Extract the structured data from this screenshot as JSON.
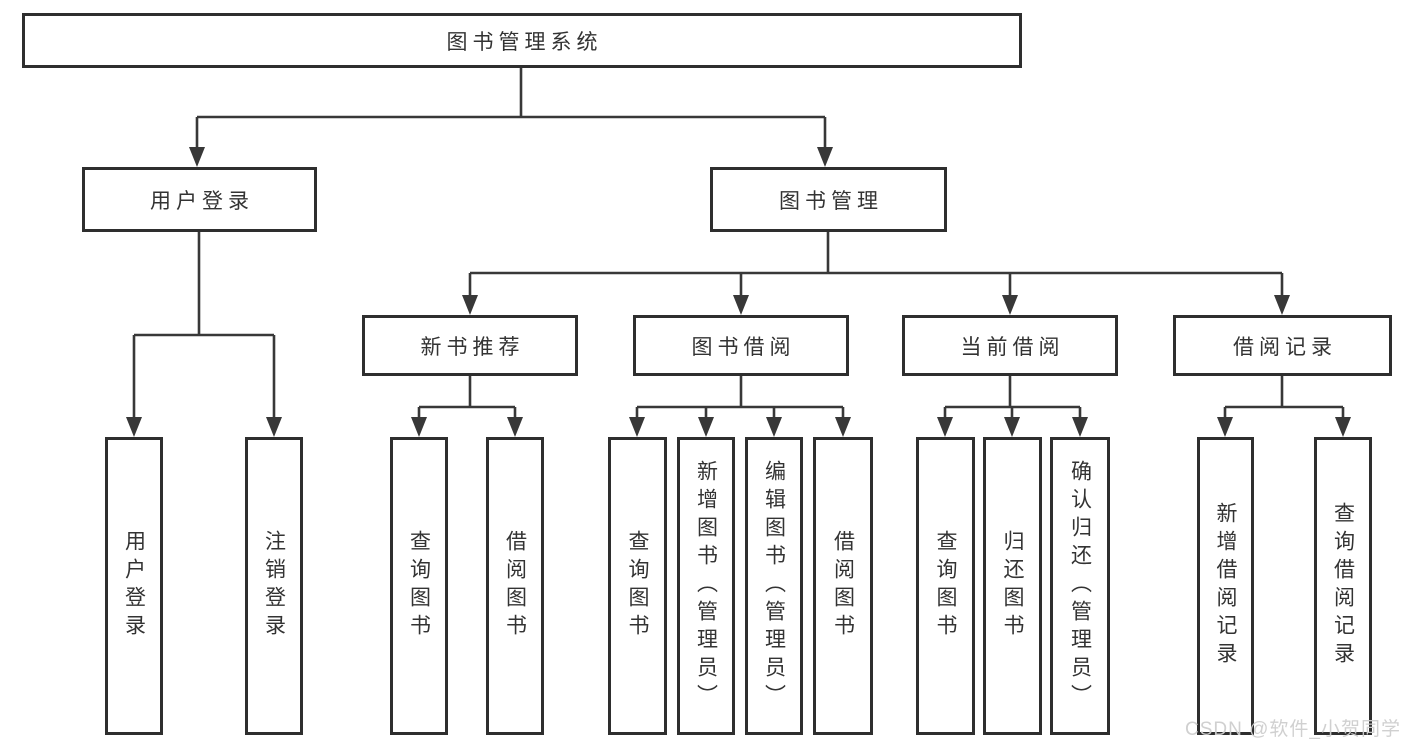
{
  "diagram": {
    "root": {
      "label": "图书管理系统"
    },
    "level2": [
      {
        "label": "用户登录",
        "children": [
          {
            "label": "用户登录"
          },
          {
            "label": "注销登录"
          }
        ]
      },
      {
        "label": "图书管理",
        "children": [
          {
            "label": "新书推荐",
            "children": [
              {
                "label": "查询图书"
              },
              {
                "label": "借阅图书"
              }
            ]
          },
          {
            "label": "图书借阅",
            "children": [
              {
                "label": "查询图书"
              },
              {
                "label": "新增图书（管理员）"
              },
              {
                "label": "编辑图书（管理员）"
              },
              {
                "label": "借阅图书"
              }
            ]
          },
          {
            "label": "当前借阅",
            "children": [
              {
                "label": "查询图书"
              },
              {
                "label": "归还图书"
              },
              {
                "label": "确认归还（管理员）"
              }
            ]
          },
          {
            "label": "借阅记录",
            "children": [
              {
                "label": "新增借阅记录"
              },
              {
                "label": "查询借阅记录"
              }
            ]
          }
        ]
      }
    ]
  },
  "watermark": {
    "text": "CSDN @软件_小贺同学"
  },
  "colors": {
    "line": "#383838",
    "box_border": "#2e2e2e",
    "text": "#333333",
    "background": "#ffffff",
    "watermark": "#cecece"
  }
}
